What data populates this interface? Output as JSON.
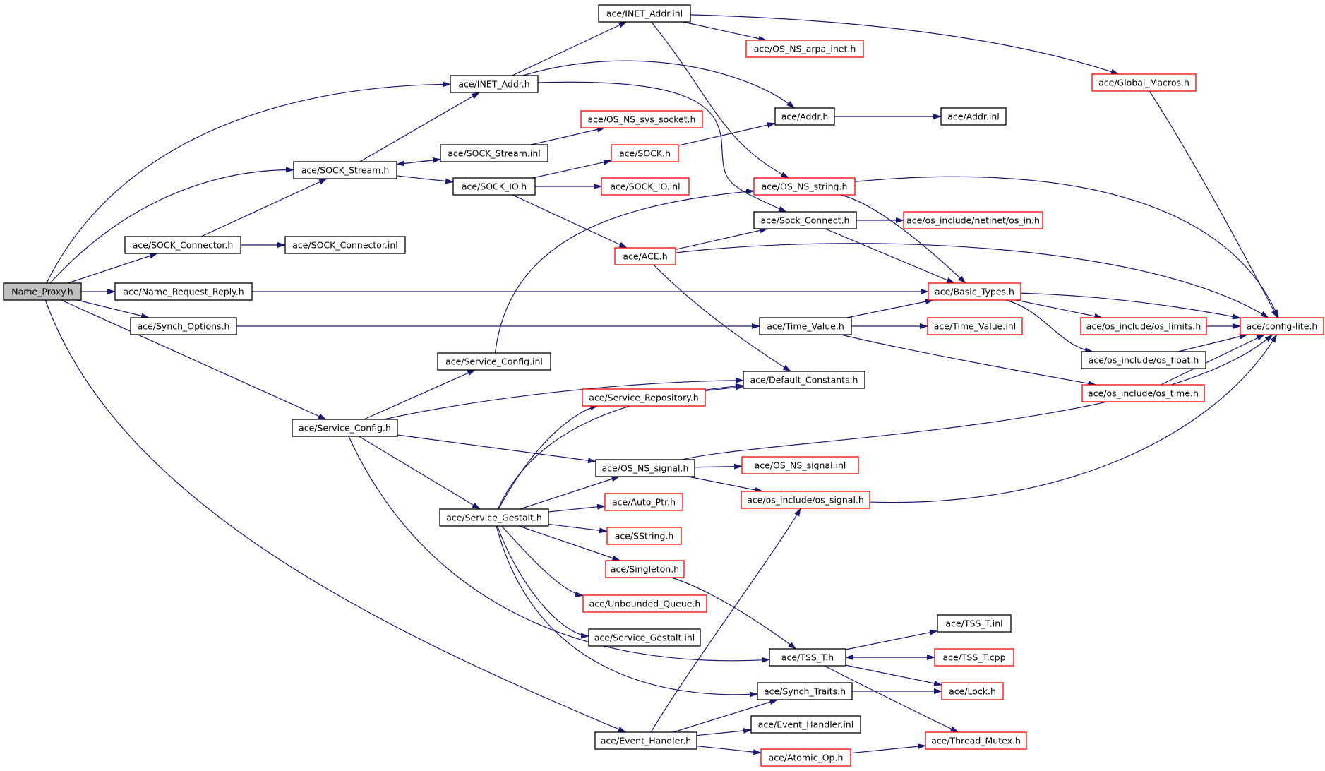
{
  "diagram": {
    "colors": {
      "edge": "#191970",
      "root_fill": "#bfbfbf",
      "normal_border": "#000000",
      "truncated_border": "#ff0000",
      "node_fill": "#ffffff"
    },
    "nodes": [
      {
        "id": "n0",
        "label": "Name_Proxy.h",
        "style": "root"
      },
      {
        "id": "n1",
        "label": "ace/INET_Addr.inl",
        "style": "normal"
      },
      {
        "id": "n2",
        "label": "ace/OS_NS_arpa_inet.h",
        "style": "truncated"
      },
      {
        "id": "n3",
        "label": "ace/Global_Macros.h",
        "style": "truncated"
      },
      {
        "id": "n4",
        "label": "ace/INET_Addr.h",
        "style": "normal"
      },
      {
        "id": "n5",
        "label": "ace/OS_NS_sys_socket.h",
        "style": "truncated"
      },
      {
        "id": "n6",
        "label": "ace/Addr.h",
        "style": "normal"
      },
      {
        "id": "n7",
        "label": "ace/Addr.inl",
        "style": "normal"
      },
      {
        "id": "n8",
        "label": "ace/SOCK_Stream.inl",
        "style": "normal"
      },
      {
        "id": "n9",
        "label": "ace/SOCK.h",
        "style": "truncated"
      },
      {
        "id": "n10",
        "label": "ace/SOCK_Stream.h",
        "style": "normal"
      },
      {
        "id": "n11",
        "label": "ace/SOCK_IO.h",
        "style": "normal"
      },
      {
        "id": "n12",
        "label": "ace/SOCK_IO.inl",
        "style": "truncated"
      },
      {
        "id": "n13",
        "label": "ace/OS_NS_string.h",
        "style": "truncated"
      },
      {
        "id": "n14",
        "label": "ace/Sock_Connect.h",
        "style": "normal"
      },
      {
        "id": "n15",
        "label": "ace/os_include/netinet/os_in.h",
        "style": "truncated"
      },
      {
        "id": "n16",
        "label": "ace/SOCK_Connector.h",
        "style": "normal"
      },
      {
        "id": "n17",
        "label": "ace/SOCK_Connector.inl",
        "style": "normal"
      },
      {
        "id": "n18",
        "label": "ace/ACE.h",
        "style": "truncated"
      },
      {
        "id": "n19",
        "label": "ace/Name_Request_Reply.h",
        "style": "normal"
      },
      {
        "id": "n20",
        "label": "ace/Basic_Types.h",
        "style": "truncated"
      },
      {
        "id": "n21",
        "label": "ace/Synch_Options.h",
        "style": "normal"
      },
      {
        "id": "n22",
        "label": "ace/Time_Value.h",
        "style": "normal"
      },
      {
        "id": "n23",
        "label": "ace/Time_Value.inl",
        "style": "truncated"
      },
      {
        "id": "n24",
        "label": "ace/os_include/os_limits.h",
        "style": "truncated"
      },
      {
        "id": "n25",
        "label": "ace/config-lite.h",
        "style": "truncated"
      },
      {
        "id": "n26",
        "label": "ace/os_include/os_float.h",
        "style": "normal"
      },
      {
        "id": "n27",
        "label": "ace/Service_Config.inl",
        "style": "normal"
      },
      {
        "id": "n28",
        "label": "ace/Default_Constants.h",
        "style": "normal"
      },
      {
        "id": "n29",
        "label": "ace/Service_Repository.h",
        "style": "truncated"
      },
      {
        "id": "n30",
        "label": "ace/os_include/os_time.h",
        "style": "truncated"
      },
      {
        "id": "n31",
        "label": "ace/Service_Config.h",
        "style": "normal"
      },
      {
        "id": "n32",
        "label": "ace/OS_NS_signal.h",
        "style": "normal"
      },
      {
        "id": "n33",
        "label": "ace/OS_NS_signal.inl",
        "style": "truncated"
      },
      {
        "id": "n34",
        "label": "ace/os_include/os_signal.h",
        "style": "truncated"
      },
      {
        "id": "n35",
        "label": "ace/Service_Gestalt.h",
        "style": "normal"
      },
      {
        "id": "n36",
        "label": "ace/Auto_Ptr.h",
        "style": "truncated"
      },
      {
        "id": "n37",
        "label": "ace/SString.h",
        "style": "truncated"
      },
      {
        "id": "n38",
        "label": "ace/Singleton.h",
        "style": "truncated"
      },
      {
        "id": "n39",
        "label": "ace/Unbounded_Queue.h",
        "style": "truncated"
      },
      {
        "id": "n40",
        "label": "ace/Service_Gestalt.inl",
        "style": "normal"
      },
      {
        "id": "n41",
        "label": "ace/TSS_T.inl",
        "style": "normal"
      },
      {
        "id": "n42",
        "label": "ace/TSS_T.h",
        "style": "normal"
      },
      {
        "id": "n43",
        "label": "ace/TSS_T.cpp",
        "style": "truncated"
      },
      {
        "id": "n44",
        "label": "ace/Synch_Traits.h",
        "style": "normal"
      },
      {
        "id": "n45",
        "label": "ace/Lock.h",
        "style": "truncated"
      },
      {
        "id": "n46",
        "label": "ace/Event_Handler.inl",
        "style": "normal"
      },
      {
        "id": "n47",
        "label": "ace/Event_Handler.h",
        "style": "normal"
      },
      {
        "id": "n48",
        "label": "ace/Thread_Mutex.h",
        "style": "truncated"
      },
      {
        "id": "n49",
        "label": "ace/Atomic_Op.h",
        "style": "truncated"
      }
    ]
  }
}
